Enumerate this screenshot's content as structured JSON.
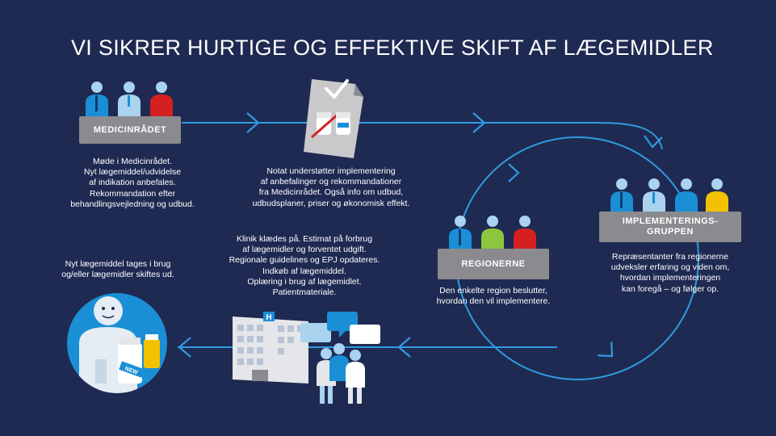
{
  "title": "VI SIKRER HURTIGE OG EFFEKTIVE SKIFT AF LÆGEMIDLER",
  "steps": {
    "medicinraadet": {
      "label": "MEDICINRÅDET",
      "description": "Møde i Medicinrådet.\nNyt lægemiddel/udvidelse\naf indikation anbefales.\nRekommandation efter\nbehandlingsvejledning og udbud."
    },
    "notat": {
      "description": "Notat understøtter implementering\naf anbefalinger og rekommandationer\nfra Medicinrådet. Også info om udbud,\nudbudsplaner, priser og økonomisk effekt."
    },
    "implementeringsgruppen": {
      "label_line1": "IMPLEMENTERINGS-",
      "label_line2": "GRUPPEN",
      "description": "Repræsentanter fra regionerne\nudveksler erfaring og viden om,\nhvordan implementeringen\nkan foregå – og følger op."
    },
    "regionerne": {
      "label": "REGIONERNE",
      "description": "Den enkelte region beslutter,\nhvordan den vil implementere."
    },
    "klinik": {
      "description": "Klinik klædes på. Estimat på forbrug\naf lægemidler og forventet udgift.\nRegionale guidelines og EPJ opdateres.\nIndkøb af lægemiddel.\nOplæring i brug af lægemidlet.\nPatientmateriale."
    },
    "patient": {
      "description": "Nyt lægemiddel tages i brug\nog/eller lægemidler skiftes ud.",
      "bottle_label": "NEW"
    }
  },
  "colors": {
    "background": "#1f2a52",
    "flow_line": "#2f9be0",
    "label_box": "#8a8a8f",
    "person_blue": "#1a8fd6",
    "person_light": "#a9d3ee",
    "person_red": "#d42020",
    "person_green": "#8cc63f",
    "person_yellow": "#f2c200"
  },
  "icons": [
    "people-group-icon",
    "document-check-icon",
    "hospital-icon",
    "speech-bubble-icon",
    "doctor-icon",
    "patient-icon",
    "medicine-bottle-icon"
  ]
}
